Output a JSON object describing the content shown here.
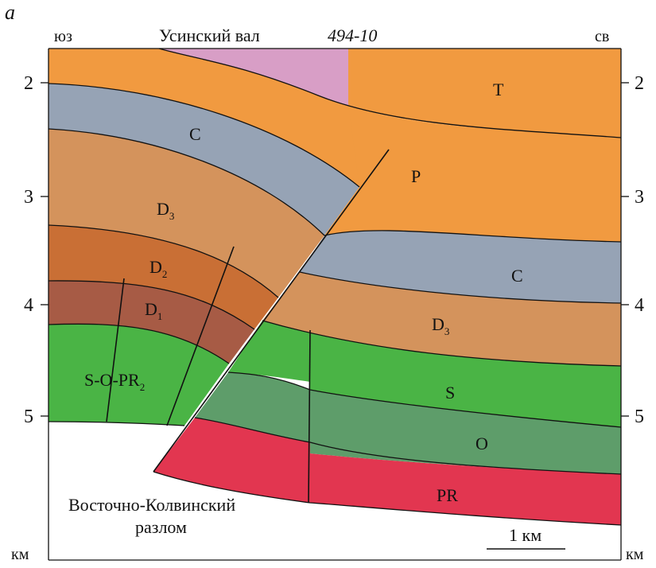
{
  "panel_letter": "a",
  "header": {
    "left_direction": "юз",
    "structure_name": "Усинский вал",
    "profile_id": "494-10",
    "right_direction": "св"
  },
  "depth_axis": {
    "unit": "км",
    "ticks": [
      "2",
      "3",
      "4",
      "5"
    ]
  },
  "layers": {
    "T": "T",
    "P": "P",
    "C": "C",
    "D3": "D",
    "D3_sub": "3",
    "D2": "D",
    "D2_sub": "2",
    "D1": "D",
    "D1_sub": "1",
    "S": "S",
    "O": "O",
    "PR": "PR",
    "SOPR_base": "S-O-PR",
    "SOPR_sub": "2"
  },
  "fault_label": {
    "line1": "Восточно-Колвинский",
    "line2": "разлом"
  },
  "scale_bar_label": "1 км",
  "colors": {
    "T": "#d89ec6",
    "P": "#f19a40",
    "C": "#96a3b5",
    "D3": "#d4935c",
    "D2": "#c96f35",
    "D1": "#a75b45",
    "S": "#4ab445",
    "O": "#5e9d6a",
    "PR": "#e23650"
  }
}
